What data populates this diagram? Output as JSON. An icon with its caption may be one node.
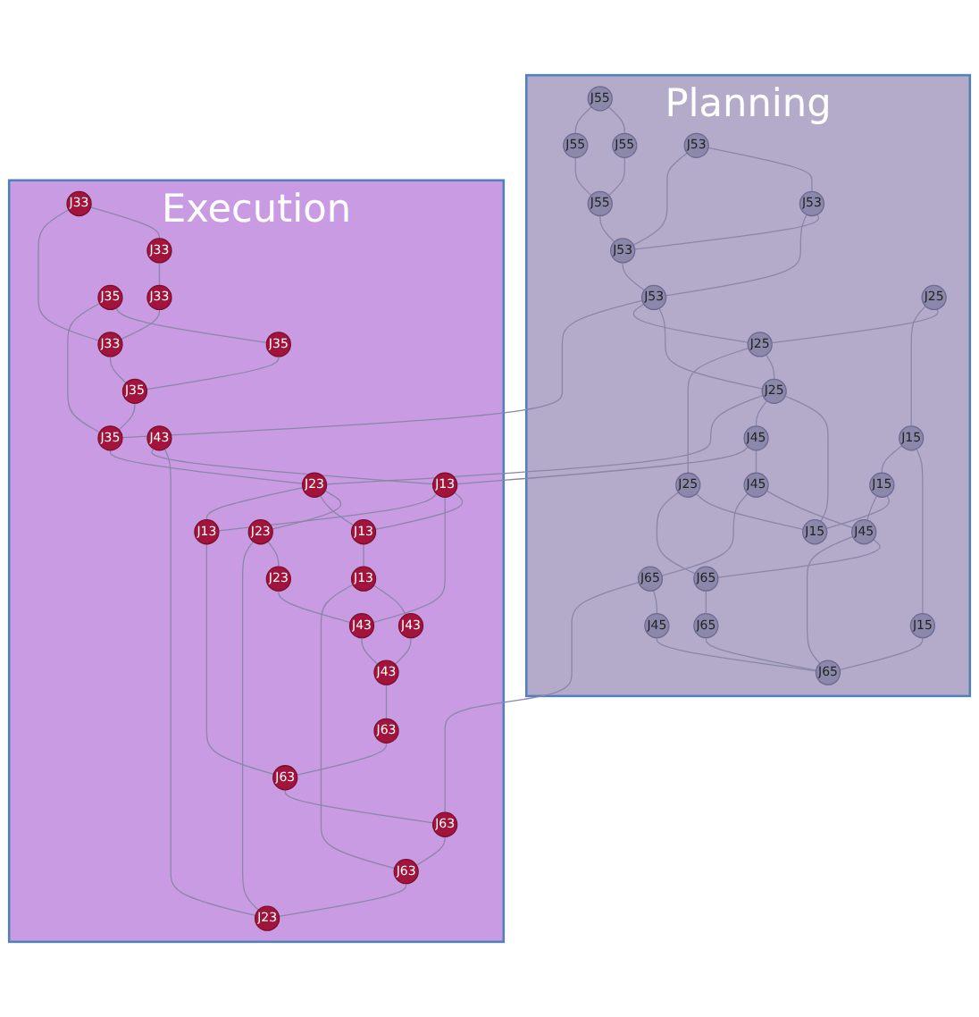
{
  "diagram": {
    "nodes": [
      {
        "text": [
          "Planning"
        ]
      },
      {
        "text": [
          "J55"
        ],
        "in": 0
      },
      {
        "text": [
          "J55"
        ],
        "in": 0
      },
      {
        "text": [
          "J55"
        ],
        "in": 0
      },
      {
        "text": [
          "J55"
        ],
        "in": 0
      },
      {
        "text": [
          "J53"
        ],
        "in": 0
      },
      {
        "text": [
          "J53"
        ],
        "in": 0
      },
      {
        "text": [
          "J53"
        ],
        "in": 0
      },
      {
        "text": [
          "J53"
        ],
        "in": 0
      },
      {
        "text": [
          "J25"
        ],
        "in": 0
      },
      {
        "text": [
          "J25"
        ],
        "in": 0
      },
      {
        "text": [
          "J25"
        ],
        "in": 0
      },
      {
        "text": [
          "J25"
        ],
        "in": 0
      },
      {
        "text": [
          "J15"
        ],
        "in": 0
      },
      {
        "text": [
          "J15"
        ],
        "in": 0
      },
      {
        "text": [
          "J45"
        ],
        "in": 0
      },
      {
        "text": [
          "J15"
        ],
        "in": 0
      },
      {
        "text": [
          "J45"
        ],
        "in": 0
      },
      {
        "text": [
          "J65"
        ],
        "in": 0
      },
      {
        "text": [
          "J15"
        ],
        "in": 0
      },
      {
        "text": [
          "J45"
        ],
        "in": 0
      },
      {
        "text": [
          "J65"
        ],
        "in": 0
      },
      {
        "text": [
          "J45"
        ],
        "in": 0
      },
      {
        "text": [
          "J65"
        ],
        "in": 0
      },
      {
        "text": [
          "J65"
        ],
        "in": 0
      },
      {
        "text": [
          "Execution"
        ]
      },
      {
        "text": [
          "J33"
        ],
        "in": 25
      },
      {
        "text": [
          "J33"
        ],
        "in": 25
      },
      {
        "text": [
          "J33"
        ],
        "in": 25
      },
      {
        "text": [
          "J33"
        ],
        "in": 25
      },
      {
        "text": [
          "J35"
        ],
        "in": 25
      },
      {
        "text": [
          "J35"
        ],
        "in": 25
      },
      {
        "text": [
          "J35"
        ],
        "in": 25
      },
      {
        "text": [
          "J35"
        ],
        "in": 25
      },
      {
        "text": [
          "J23"
        ],
        "in": 25
      },
      {
        "text": [
          "J23"
        ],
        "in": 25
      },
      {
        "text": [
          "J23"
        ],
        "in": 25
      },
      {
        "text": [
          "J23"
        ],
        "in": 25
      },
      {
        "text": [
          "J43"
        ],
        "in": 25
      },
      {
        "text": [
          "J13"
        ],
        "in": 25
      },
      {
        "text": [
          "J43"
        ],
        "in": 25
      },
      {
        "text": [
          "J13"
        ],
        "in": 25
      },
      {
        "text": [
          "J63"
        ],
        "in": 25
      },
      {
        "text": [
          "J43"
        ],
        "in": 25
      },
      {
        "text": [
          "J13"
        ],
        "in": 25
      },
      {
        "text": [
          "J43"
        ],
        "in": 25
      },
      {
        "text": [
          "J13"
        ],
        "in": 25
      },
      {
        "text": [
          "J63"
        ],
        "in": 25
      },
      {
        "text": [
          "J63"
        ],
        "in": 25
      },
      {
        "text": [
          "J63"
        ],
        "in": 25
      }
    ],
    "edges": [
      {
        "from": 1,
        "to": 2,
        "arrow": "none"
      },
      {
        "from": 1,
        "to": 3,
        "arrow": "none"
      },
      {
        "from": 2,
        "to": 4,
        "arrow": "none"
      },
      {
        "from": 3,
        "to": 4,
        "arrow": "none"
      },
      {
        "from": 4,
        "to": 7,
        "arrow": "none"
      },
      {
        "from": 5,
        "to": 6,
        "arrow": "none"
      },
      {
        "from": 5,
        "to": 7,
        "arrow": "none"
      },
      {
        "from": 6,
        "to": 7,
        "arrow": "none"
      },
      {
        "from": 6,
        "to": 8,
        "arrow": "none"
      },
      {
        "from": 7,
        "to": 8,
        "arrow": "none"
      },
      {
        "from": 8,
        "to": 11,
        "arrow": "none"
      },
      {
        "from": 8,
        "to": 10,
        "arrow": "none"
      },
      {
        "from": 9,
        "to": 10,
        "arrow": "none"
      },
      {
        "from": 10,
        "to": 11,
        "arrow": "none"
      },
      {
        "from": 9,
        "to": 14,
        "arrow": "none"
      },
      {
        "from": 10,
        "to": 12,
        "arrow": "none"
      },
      {
        "from": 11,
        "to": 13,
        "arrow": "none"
      },
      {
        "from": 11,
        "to": 15,
        "arrow": "none"
      },
      {
        "from": 12,
        "to": 13,
        "arrow": "none"
      },
      {
        "from": 14,
        "to": 19,
        "arrow": "none"
      },
      {
        "from": 14,
        "to": 16,
        "arrow": "none"
      },
      {
        "from": 16,
        "to": 13,
        "arrow": "none"
      },
      {
        "from": 16,
        "to": 20,
        "arrow": "none"
      },
      {
        "from": 12,
        "to": 21,
        "arrow": "none"
      },
      {
        "from": 15,
        "to": 17,
        "arrow": "none"
      },
      {
        "from": 17,
        "to": 20,
        "arrow": "none"
      },
      {
        "from": 18,
        "to": 22,
        "arrow": "none"
      },
      {
        "from": 20,
        "to": 21,
        "arrow": "none"
      },
      {
        "from": 20,
        "to": 24,
        "arrow": "none"
      },
      {
        "from": 21,
        "to": 23,
        "arrow": "none"
      },
      {
        "from": 23,
        "to": 24,
        "arrow": "none"
      },
      {
        "from": 22,
        "to": 24,
        "arrow": "none"
      },
      {
        "from": 19,
        "to": 24,
        "arrow": "none"
      },
      {
        "from": 17,
        "to": 18,
        "arrow": "none"
      },
      {
        "from": 8,
        "to": 33,
        "arrow": "none"
      },
      {
        "from": 11,
        "to": 34,
        "arrow": "none"
      },
      {
        "from": 15,
        "to": 39,
        "arrow": "none"
      },
      {
        "from": 18,
        "to": 42,
        "arrow": "none"
      },
      {
        "from": 26,
        "to": 27,
        "arrow": "none"
      },
      {
        "from": 27,
        "to": 28,
        "arrow": "none"
      },
      {
        "from": 26,
        "to": 29,
        "arrow": "none"
      },
      {
        "from": 28,
        "to": 29,
        "arrow": "none"
      },
      {
        "from": 29,
        "to": 32,
        "arrow": "none"
      },
      {
        "from": 30,
        "to": 31,
        "arrow": "none"
      },
      {
        "from": 31,
        "to": 32,
        "arrow": "none"
      },
      {
        "from": 30,
        "to": 33,
        "arrow": "none"
      },
      {
        "from": 32,
        "to": 33,
        "arrow": "none"
      },
      {
        "from": 33,
        "to": 34,
        "arrow": "none"
      },
      {
        "from": 34,
        "to": 35,
        "arrow": "none"
      },
      {
        "from": 35,
        "to": 36,
        "arrow": "none"
      },
      {
        "from": 34,
        "to": 41,
        "arrow": "none"
      },
      {
        "from": 34,
        "to": 46,
        "arrow": "none"
      },
      {
        "from": 36,
        "to": 40,
        "arrow": "none"
      },
      {
        "from": 35,
        "to": 37,
        "arrow": "none"
      },
      {
        "from": 38,
        "to": 37,
        "arrow": "none"
      },
      {
        "from": 38,
        "to": 39,
        "arrow": "none"
      },
      {
        "from": 39,
        "to": 41,
        "arrow": "none"
      },
      {
        "from": 39,
        "to": 40,
        "arrow": "none"
      },
      {
        "from": 39,
        "to": 46,
        "arrow": "none"
      },
      {
        "from": 41,
        "to": 44,
        "arrow": "none"
      },
      {
        "from": 42,
        "to": 47,
        "arrow": "none"
      },
      {
        "from": 44,
        "to": 43,
        "arrow": "none"
      },
      {
        "from": 43,
        "to": 45,
        "arrow": "none"
      },
      {
        "from": 40,
        "to": 45,
        "arrow": "none"
      },
      {
        "from": 45,
        "to": 48,
        "arrow": "none"
      },
      {
        "from": 47,
        "to": 37,
        "arrow": "none"
      },
      {
        "from": 46,
        "to": 49,
        "arrow": "none"
      },
      {
        "from": 48,
        "to": 49,
        "arrow": "none"
      },
      {
        "from": 44,
        "to": 47,
        "arrow": "none"
      },
      {
        "from": 49,
        "to": 42,
        "arrow": "none"
      }
    ]
  }
}
